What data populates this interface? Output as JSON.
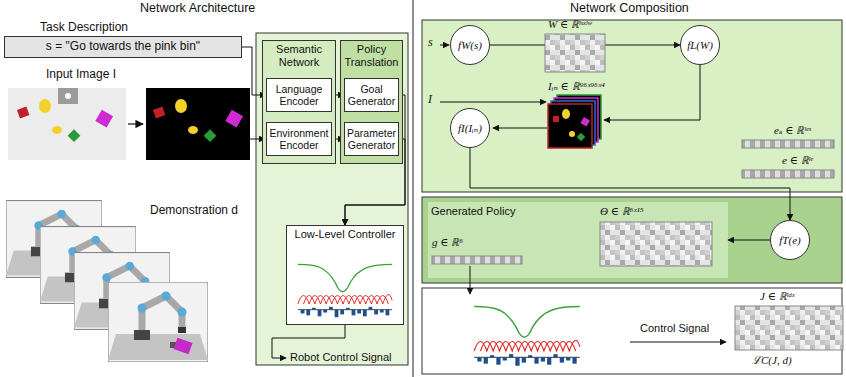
{
  "diagram": {
    "nodes": [
      {
        "text": [
          "s = \"Go towards the pink bin\""
        ]
      },
      {
        "text": [
          "Semantic Network"
        ]
      },
      {
        "text": [
          "Language Encoder"
        ],
        "in": 1
      },
      {
        "text": [
          "Environment Encoder"
        ],
        "in": 1
      },
      {
        "text": [
          "Policy Translation"
        ]
      },
      {
        "text": [
          "Goal Generator"
        ],
        "in": 4
      },
      {
        "text": [
          "Parameter Generator"
        ],
        "in": 4
      },
      {
        "text": [
          "Low-Level Controller"
        ]
      },
      {
        "text": [
          "fW(s)"
        ]
      },
      {
        "text": [
          "fL(W)"
        ]
      },
      {
        "text": [
          "fI(Iᵢₙ)"
        ]
      },
      {
        "text": [
          "fT(e)"
        ]
      },
      {
        "text": [
          "Generated Policy"
        ]
      }
    ],
    "edges": [
      {
        "from": 0,
        "to": 2,
        "arrow": "to"
      },
      {
        "from": 2,
        "to": 5,
        "arrow": "to"
      },
      {
        "from": 3,
        "to": 6,
        "arrow": "to"
      },
      {
        "from": 5,
        "to": 7,
        "arrow": "to"
      },
      {
        "from": 6,
        "to": 7,
        "arrow": "to"
      },
      {
        "from": 8,
        "to": 9,
        "arrow": "to"
      },
      {
        "from": 10,
        "to": 11,
        "arrow": "to"
      },
      {
        "from": 11,
        "to": 12,
        "arrow": "to"
      }
    ],
    "labels": [
      "Network Architecture",
      "Network Composition",
      "Task Description",
      "Input Image I",
      "Demonstration d",
      "Robot Control Signal",
      "s",
      "W ∈ ℝˡˢˣˡʷ",
      "I",
      "Iᵢₙ ∈ ℝ⁹⁶ˣ⁹⁶ˣ⁴",
      "eₛ ∈ ℝˡᵉˢ",
      "e ∈ ℝˡᵉ",
      "Θ ∈ ℝ⁶ˣ¹⁵",
      "g ∈ ℝ⁶",
      "Control Signal",
      "J ∈ ℝˡᵈˣ",
      "ℒC(J, d)"
    ]
  }
}
